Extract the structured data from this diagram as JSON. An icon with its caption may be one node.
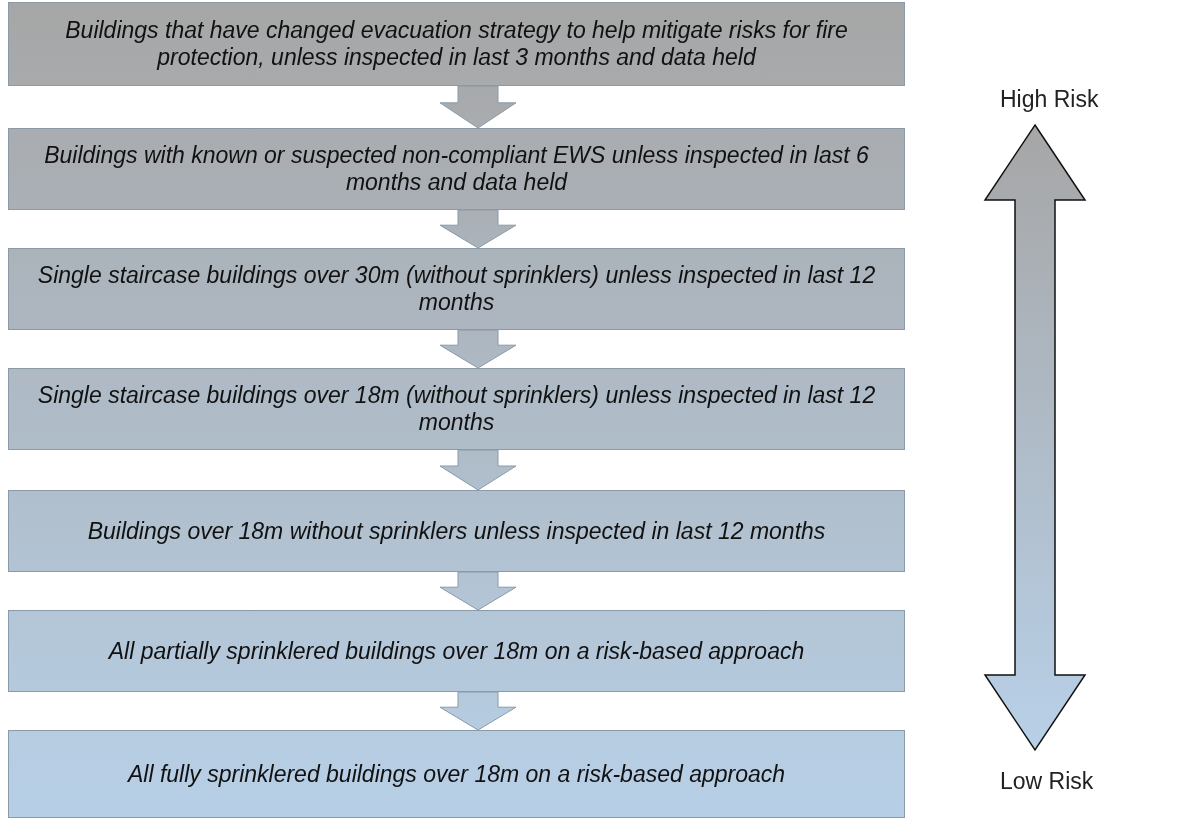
{
  "diagram": {
    "nodes": [
      {
        "text": [
          "Buildings that have changed evacuation strategy to help mitigate risks for fire protection, unless inspected in last 3 months and data held"
        ]
      },
      {
        "text": [
          "Buildings with known or suspected non-compliant EWS unless inspected in last 6 months and data held"
        ]
      },
      {
        "text": [
          "Single staircase buildings over 30m (without sprinklers) unless inspected in last 12 months"
        ]
      },
      {
        "text": [
          "Single staircase buildings over 18m (without sprinklers) unless inspected in last 12 months"
        ]
      },
      {
        "text": [
          "Buildings over 18m without sprinklers unless inspected in last 12 months"
        ]
      },
      {
        "text": [
          "All partially sprinklered buildings over 18m on a risk-based approach"
        ]
      },
      {
        "text": [
          "All fully sprinklered buildings over 18m on a risk-based approach"
        ]
      }
    ],
    "edges": [
      {
        "from": 0,
        "to": 1,
        "arrow": "to"
      },
      {
        "from": 1,
        "to": 2,
        "arrow": "to"
      },
      {
        "from": 2,
        "to": 3,
        "arrow": "to"
      },
      {
        "from": 3,
        "to": 4,
        "arrow": "to"
      },
      {
        "from": 4,
        "to": 5,
        "arrow": "to"
      },
      {
        "from": 5,
        "to": 6,
        "arrow": "to"
      }
    ],
    "labels": [
      "High Risk",
      "Low Risk"
    ]
  }
}
